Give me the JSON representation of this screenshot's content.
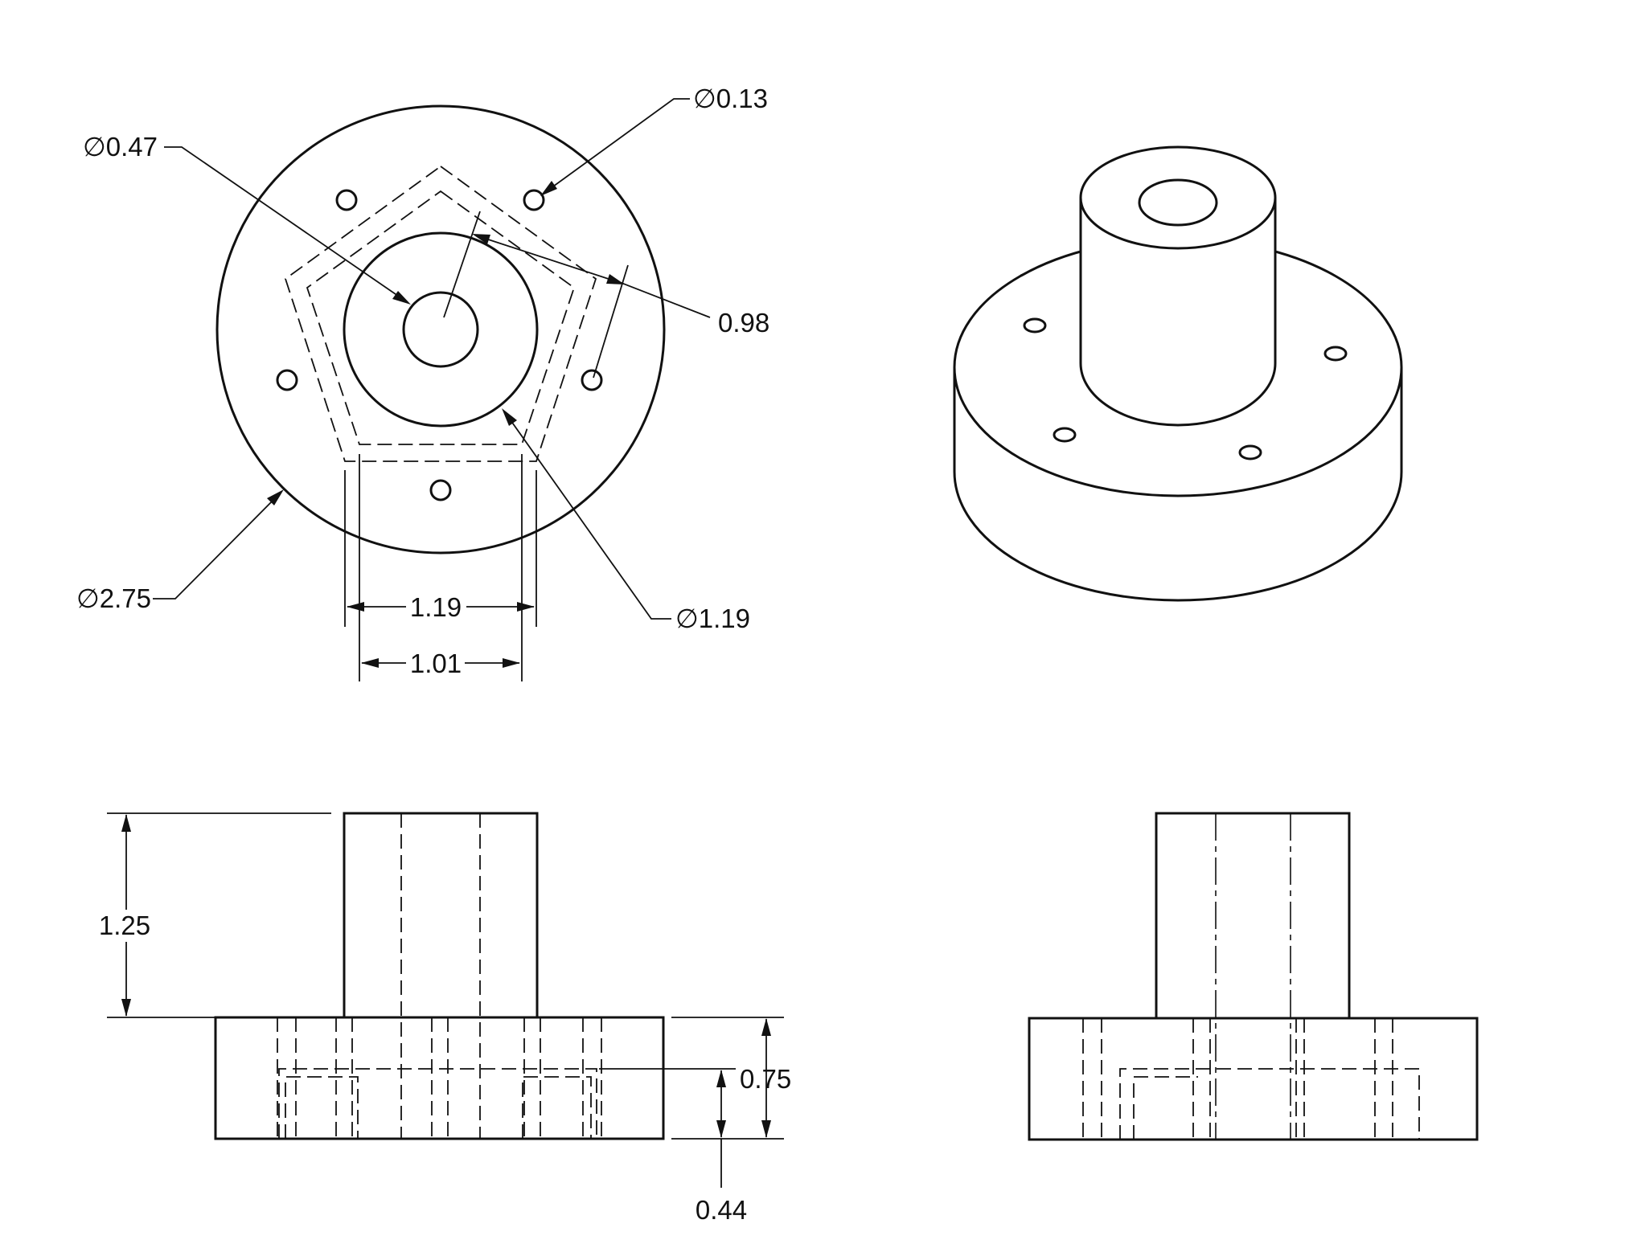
{
  "dimensions": {
    "top_view": {
      "hole_dia": "∅0.47",
      "small_holes_dia": "∅0.13",
      "pentagon_radius": "0.98",
      "outer_dia": "∅2.75",
      "boss_dia": "∅1.19",
      "outer_width": "1.19",
      "inner_width": "1.01"
    },
    "front_view": {
      "boss_height": "1.25",
      "flange_height": "0.75",
      "pocket_depth": "0.44"
    }
  }
}
